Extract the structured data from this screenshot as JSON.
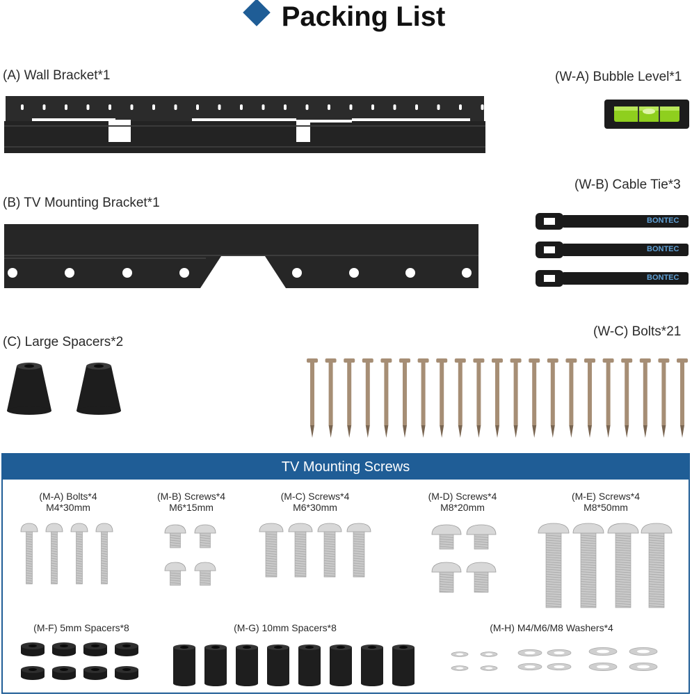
{
  "title": "Packing List",
  "items": {
    "wall_bracket": "(A) Wall Bracket*1",
    "bubble_level": "(W-A) Bubble Level*1",
    "cable_tie": "(W-B) Cable Tie*3",
    "tv_bracket": "(B) TV Mounting Bracket*1",
    "large_spacers": "(C) Large Spacers*2",
    "bolts": "(W-C) Bolts*21"
  },
  "brand": "BONTEC",
  "screws_panel": {
    "title": "TV Mounting Screws",
    "groups": [
      {
        "name": "(M-A) Bolts*4",
        "size": "M4*30mm"
      },
      {
        "name": "(M-B) Screws*4",
        "size": "M6*15mm"
      },
      {
        "name": "(M-C) Screws*4",
        "size": "M6*30mm"
      },
      {
        "name": "(M-D) Screws*4",
        "size": "M8*20mm"
      },
      {
        "name": "(M-E) Screws*4",
        "size": "M8*50mm"
      }
    ],
    "spacers": [
      {
        "name": "(M-F) 5mm Spacers*8"
      },
      {
        "name": "(M-G) 10mm Spacers*8"
      },
      {
        "name": "(M-H) M4/M6/M8 Washers*4"
      }
    ]
  },
  "colors": {
    "accent": "#1f5d96",
    "bracket": "#2b2b2b",
    "bolt": "#a68e75",
    "screw": "#c9c9c9",
    "level_green": "#9bd21e"
  }
}
